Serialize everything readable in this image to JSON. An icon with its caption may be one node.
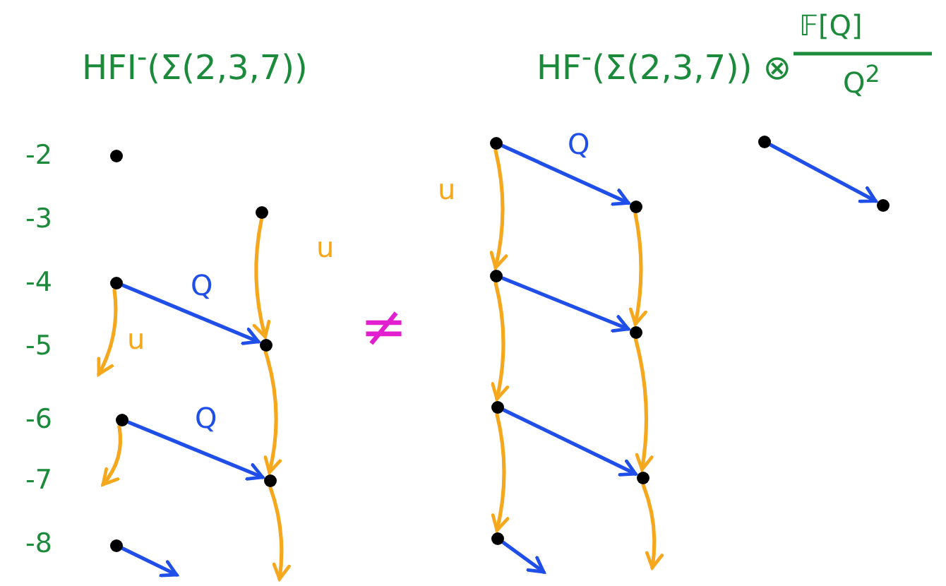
{
  "diagram": {
    "nodes": [
      {
        "text": [],
        "shape": "circle"
      },
      {
        "text": [],
        "shape": "circle"
      },
      {
        "text": [],
        "shape": "circle"
      },
      {
        "text": [],
        "shape": "circle"
      },
      {
        "text": [],
        "shape": "circle"
      },
      {
        "text": [],
        "shape": "circle"
      },
      {
        "text": [],
        "shape": "circle"
      },
      {
        "text": [],
        "shape": "circle"
      },
      {
        "text": [],
        "shape": "circle"
      },
      {
        "text": [],
        "shape": "circle"
      },
      {
        "text": [],
        "shape": "circle"
      },
      {
        "text": [],
        "shape": "circle"
      },
      {
        "text": [],
        "shape": "circle"
      },
      {
        "text": [],
        "shape": "circle"
      },
      {
        "text": [],
        "shape": "circle"
      },
      {
        "text": [],
        "shape": "circle"
      }
    ],
    "edges": [
      {
        "from": 4,
        "to": 5,
        "arrow": "to",
        "label": "u"
      },
      {
        "from": 1,
        "to": 5,
        "arrow": "to",
        "label": "Q",
        "color": "#1f4fe8"
      },
      {
        "from": 1,
        "to": null,
        "arrow": "to",
        "label": "u"
      },
      {
        "from": 2,
        "to": 6,
        "arrow": "to",
        "label": "Q",
        "color": "#1f4fe8"
      },
      {
        "from": 5,
        "to": 6,
        "arrow": "to"
      },
      {
        "from": 2,
        "to": null,
        "arrow": "to"
      },
      {
        "from": 6,
        "to": null,
        "arrow": "to"
      },
      {
        "from": 3,
        "to": null,
        "arrow": "to",
        "color": "#1f4fe8"
      },
      {
        "from": 7,
        "to": 8,
        "arrow": "to",
        "label": "Q",
        "color": "#1f4fe8"
      },
      {
        "from": 7,
        "to": 9,
        "arrow": "to",
        "label": "u"
      },
      {
        "from": 8,
        "to": 10,
        "arrow": "to"
      },
      {
        "from": 9,
        "to": 10,
        "arrow": "to",
        "color": "#1f4fe8"
      },
      {
        "from": 9,
        "to": 11,
        "arrow": "to"
      },
      {
        "from": 10,
        "to": 12,
        "arrow": "to"
      },
      {
        "from": 11,
        "to": 12,
        "arrow": "to",
        "color": "#1f4fe8"
      },
      {
        "from": 11,
        "to": 13,
        "arrow": "to"
      },
      {
        "from": 12,
        "to": null,
        "arrow": "to"
      },
      {
        "from": 13,
        "to": null,
        "arrow": "to",
        "color": "#1f4fe8"
      },
      {
        "from": 14,
        "to": 15,
        "arrow": "to",
        "color": "#1f4fe8"
      }
    ],
    "labels": [
      "HFI$^{-}$(Σ(2,3,7))",
      "HF$^{-}$(Σ(2,3,7)) ⊗",
      "𝔽[Q]",
      "Q$^{2}$",
      "-2",
      "-3",
      "-4",
      "-5",
      "≠",
      "-6",
      "-7",
      "-8"
    ]
  }
}
